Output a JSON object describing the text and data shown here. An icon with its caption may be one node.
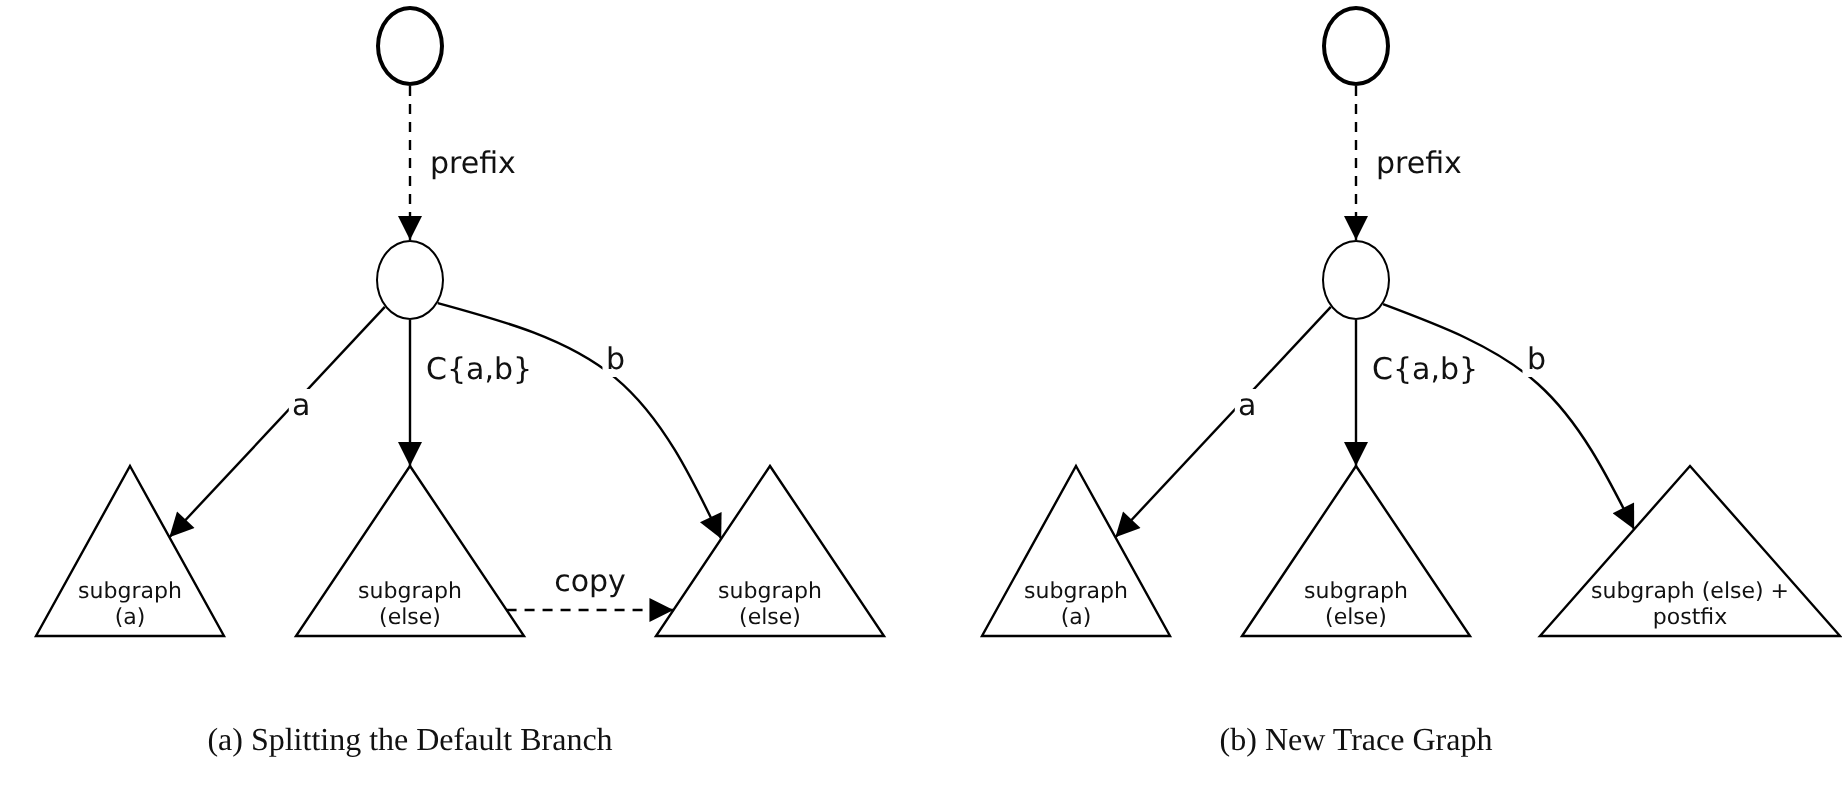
{
  "diagram": {
    "nodes": [
      {
        "text": [],
        "shape": "circle"
      },
      {
        "text": [],
        "shape": "circle"
      },
      {
        "text": [
          "subgraph (a)"
        ]
      },
      {
        "text": [
          "subgraph (else)"
        ]
      },
      {
        "text": [
          "subgraph (else)"
        ]
      },
      {
        "text": [],
        "shape": "circle"
      },
      {
        "text": [],
        "shape": "circle"
      },
      {
        "text": [
          "subgraph (a)"
        ]
      },
      {
        "text": [
          "subgraph (else)"
        ]
      },
      {
        "text": [
          "subgraph (else) + postfix"
        ]
      }
    ],
    "edges": [
      {
        "from": 0,
        "to": 1,
        "arrow": "to",
        "label": "prefix",
        "style": "dashed"
      },
      {
        "from": 1,
        "to": 2,
        "arrow": "to",
        "label": "a"
      },
      {
        "from": 1,
        "to": 3,
        "arrow": "to",
        "label": "C{a,b}"
      },
      {
        "from": 1,
        "to": 4,
        "arrow": "to",
        "label": "b"
      },
      {
        "from": 3,
        "to": 4,
        "arrow": "to",
        "label": "copy",
        "style": "dashed"
      },
      {
        "from": 5,
        "to": 6,
        "arrow": "to",
        "label": "prefix",
        "style": "dashed"
      },
      {
        "from": 6,
        "to": 7,
        "arrow": "to",
        "label": "a"
      },
      {
        "from": 6,
        "to": 8,
        "arrow": "to",
        "label": "C{a,b}"
      },
      {
        "from": 6,
        "to": 9,
        "arrow": "to",
        "label": "b"
      }
    ],
    "labels": [
      "(a) Splitting the Default Branch",
      "(b) New Trace Graph"
    ]
  }
}
